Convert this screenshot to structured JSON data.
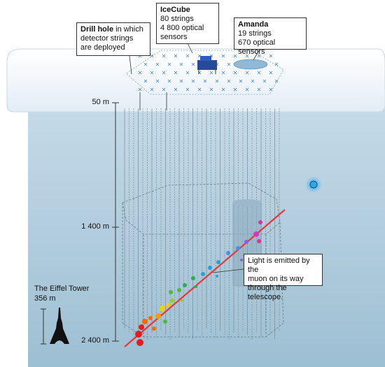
{
  "callouts": {
    "icecube": {
      "title": "IceCube",
      "line1": "80 strings",
      "line2": "4 800 optical",
      "line3": "sensors"
    },
    "amanda": {
      "title": "Amanda",
      "line1": "19 strings",
      "line2": "670 optical sensors"
    },
    "drill": {
      "title": "Drill hole",
      "rest1": " in which",
      "line2": "detector strings",
      "line3": "are deployed"
    },
    "light": {
      "line1": "Light is emitted by the",
      "line2": "muon on its way",
      "line3": "through the telescope."
    }
  },
  "depths": {
    "d50": "50 m",
    "d1400": "1 400 m",
    "d2400": "2 400 m"
  },
  "eiffel": {
    "title": "The Eiffel Tower",
    "height": "356 m"
  },
  "colors": {
    "sky": "#ffffff",
    "ice_surface": "#edf3f9",
    "ice_deep": "#a8c6d9",
    "muon_track": "#e23a3a",
    "neutrino_source": "#2ea8e8"
  }
}
